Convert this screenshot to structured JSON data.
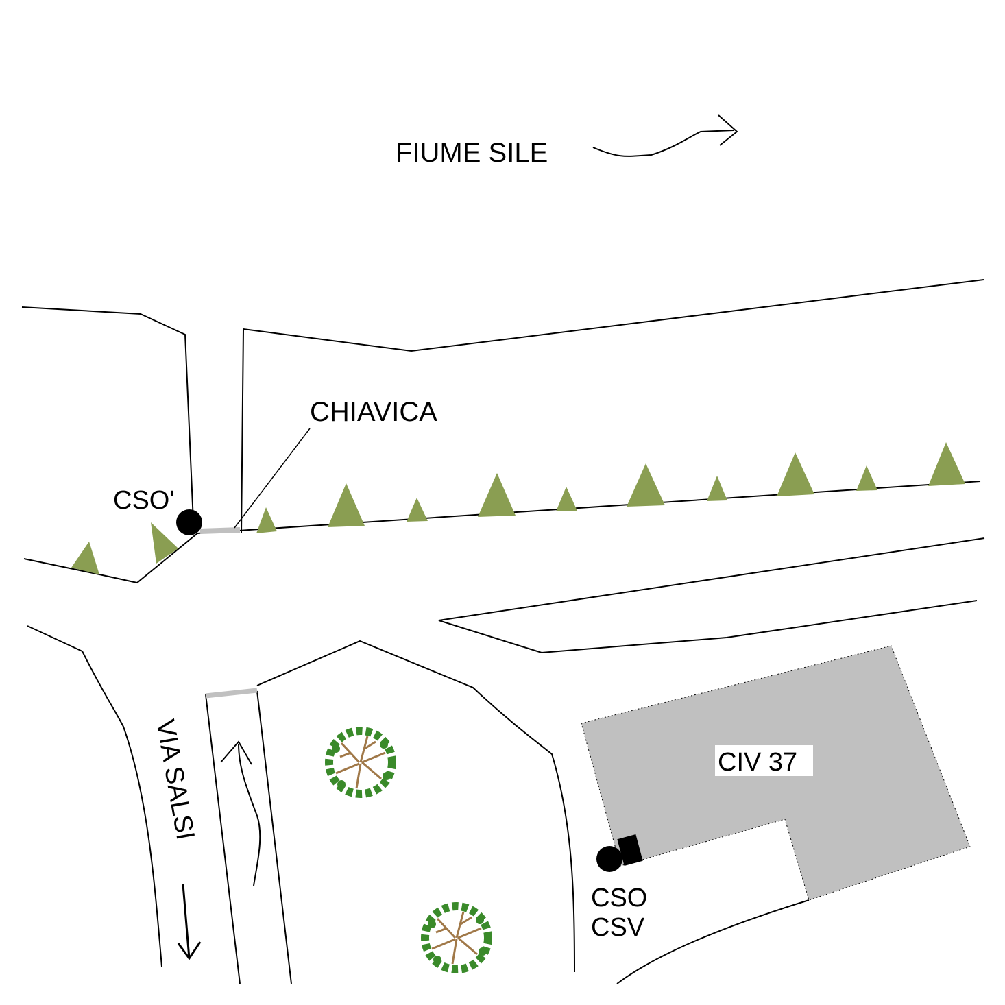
{
  "labels": {
    "river": "FIUME SILE",
    "sluice": "CHIAVICA",
    "cso_top": "CSO'",
    "street": "VIA SALSI",
    "building": "CIV 37",
    "cso_bottom": "CSO",
    "csv_bottom": "CSV"
  },
  "colors": {
    "line": "#000000",
    "tree_triangle": "#8a9e52",
    "building_fill": "#c0c0c0",
    "gate_gray": "#c0c0c0",
    "foliage": "#3a8a2a",
    "branches": "#a07848"
  }
}
